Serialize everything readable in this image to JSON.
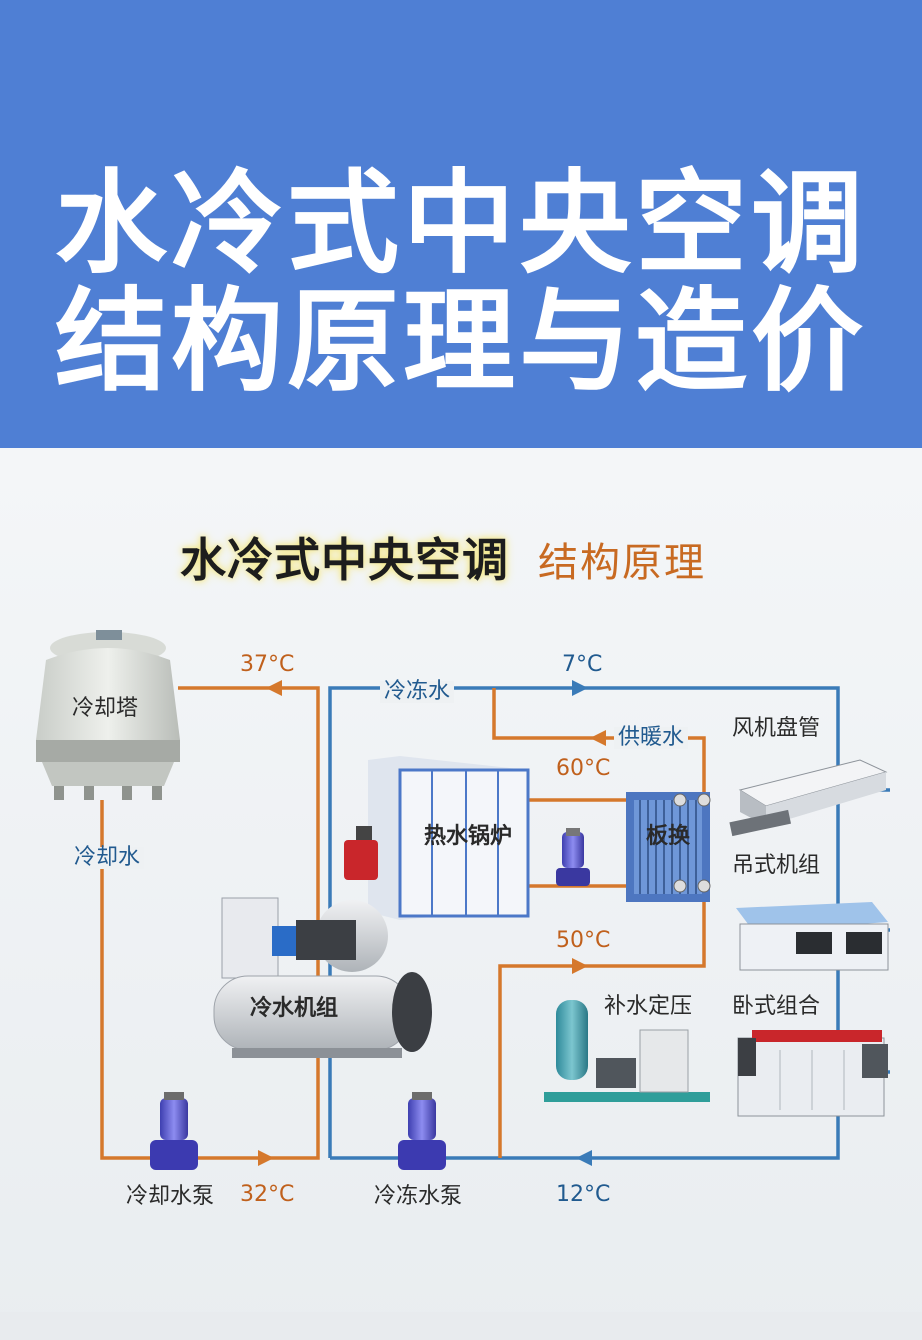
{
  "header": {
    "title_line1": "水冷式中央空调",
    "title_line2": "结构原理与造价"
  },
  "subtitle": {
    "main": "水冷式中央空调",
    "secondary": "结构原理"
  },
  "labels": {
    "cooling_tower": "冷却塔",
    "cooling_water": "冷却水",
    "temp_37": "37°C",
    "chilled_water": "冷冻水",
    "temp_7": "7°C",
    "heating_water": "供暖水",
    "temp_60": "60°C",
    "boiler": "热水锅炉",
    "plate_exchanger": "板换",
    "fan_coil": "风机盘管",
    "ceiling_unit": "吊式机组",
    "temp_50": "50°C",
    "chiller": "冷水机组",
    "makeup_pressure": "补水定压",
    "horizontal_unit": "卧式组合",
    "cooling_pump": "冷却水泵",
    "temp_32": "32°C",
    "chilled_pump": "冷冻水泵",
    "temp_12": "12°C"
  },
  "colors": {
    "banner": "#4f7fd4",
    "cooling_loop": "#d5782c",
    "chilled_loop": "#3a7bb8",
    "pump": "#5a4fd8"
  }
}
